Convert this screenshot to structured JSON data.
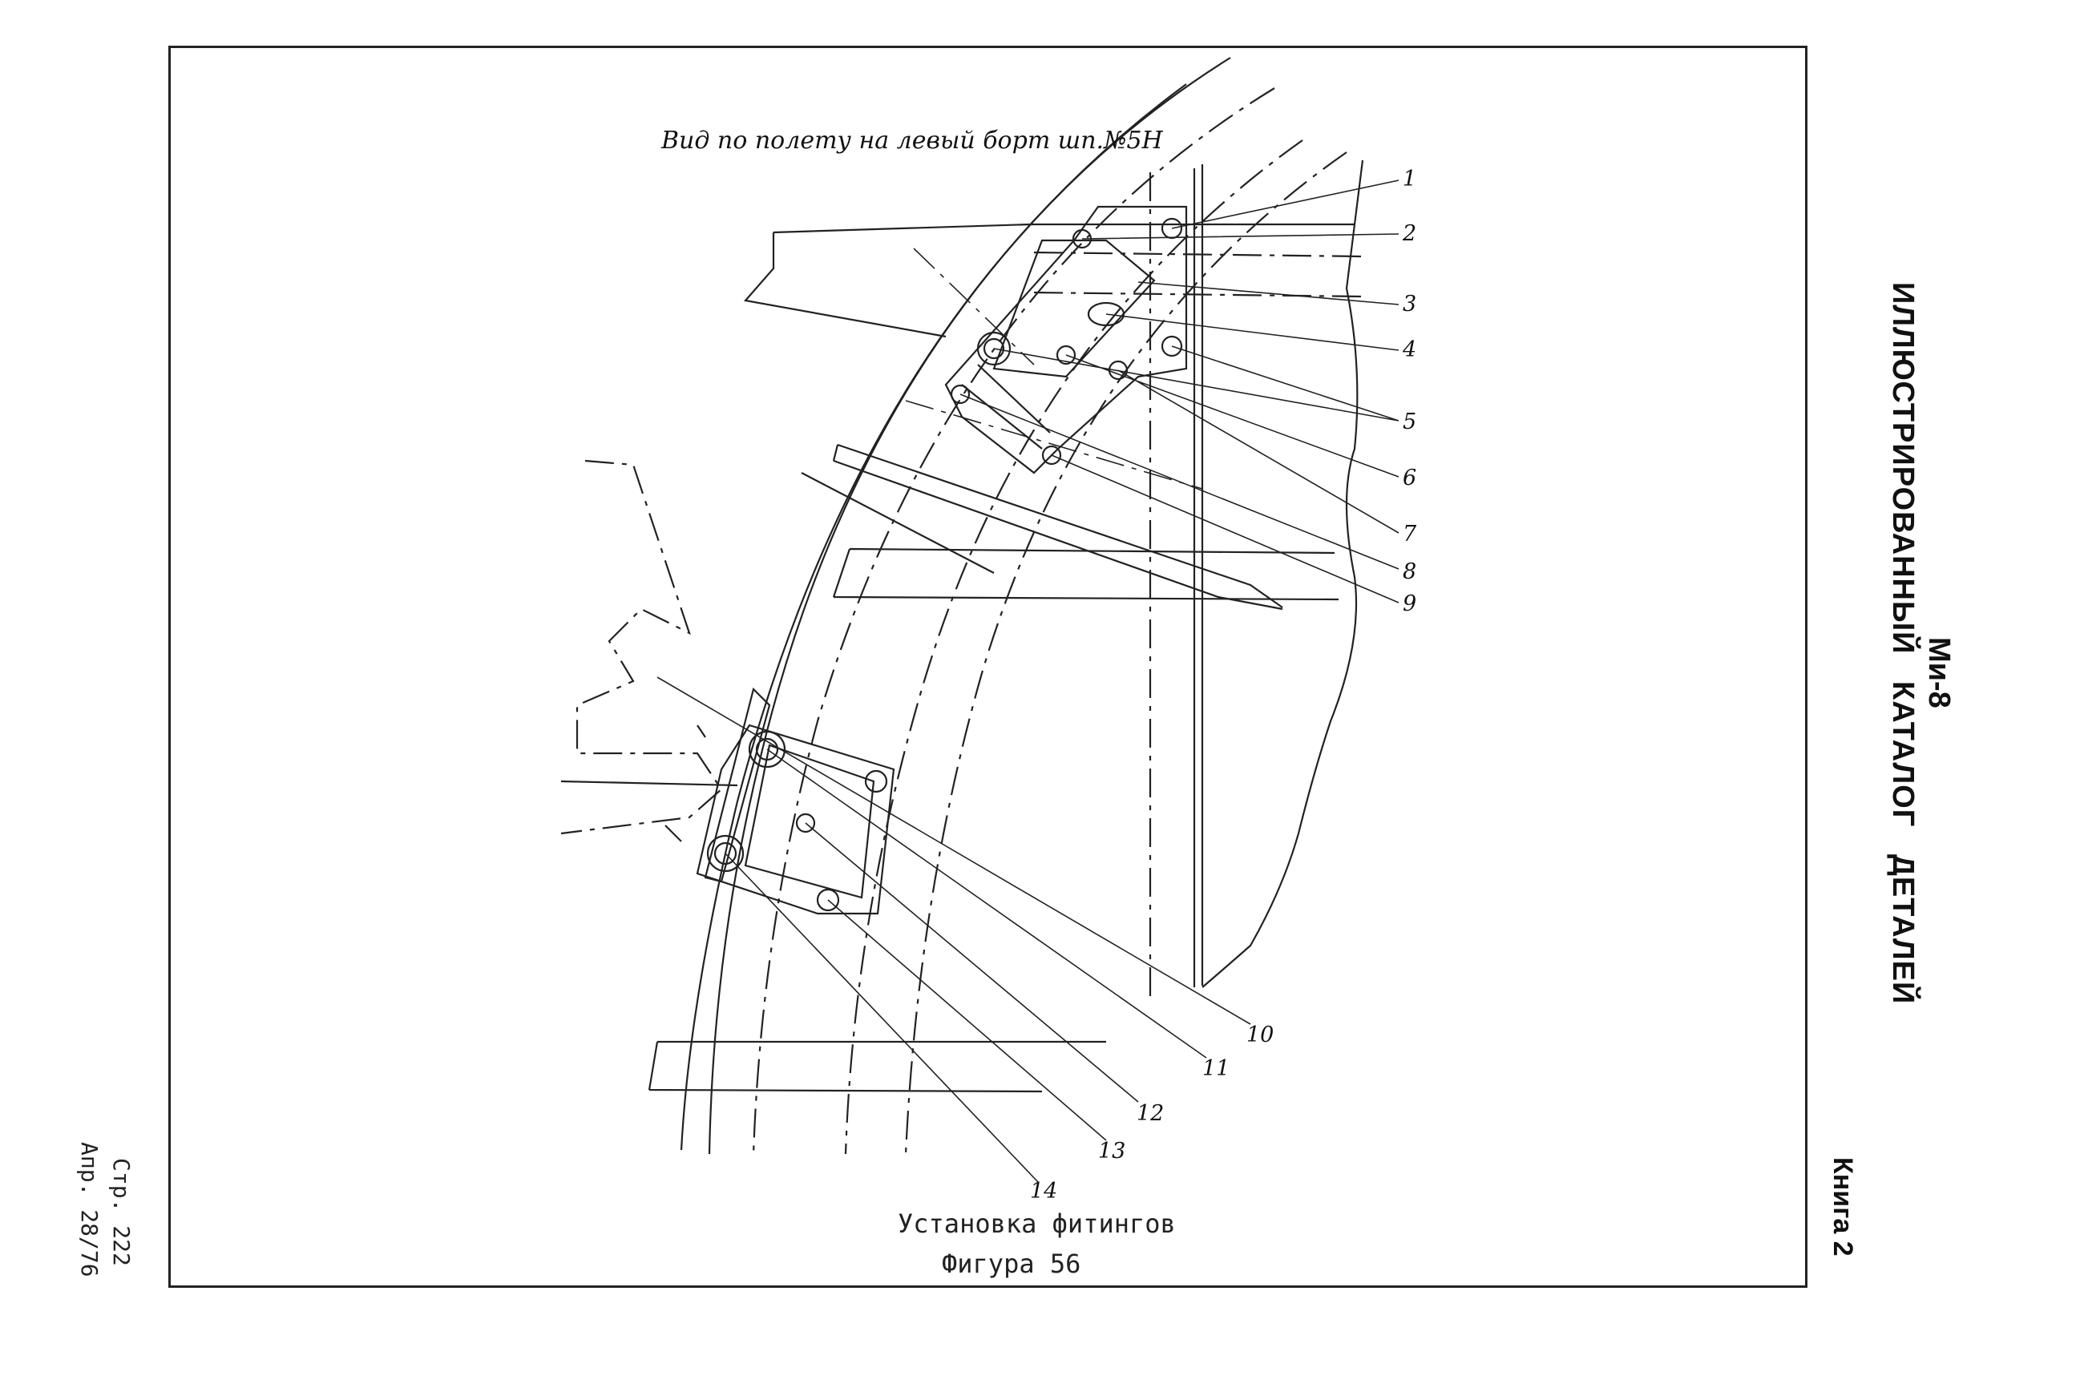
{
  "view_label": "Вид по полету на левый борт шп.№5Н",
  "callouts": [
    "1",
    "2",
    "3",
    "4",
    "5",
    "6",
    "7",
    "8",
    "9",
    "10",
    "11",
    "12",
    "13",
    "14"
  ],
  "caption": {
    "title": "Установка фитингов",
    "figure": "Фигура 56"
  },
  "header": {
    "model": "Ми-8",
    "catalog": "ИЛЛЮСТРИРОВАННЫЙ КАТАЛОГ ДЕТАЛЕЙ",
    "book": "Книга 2"
  },
  "footer": {
    "page": "Стр. 222",
    "revision": "Апр. 28/76"
  }
}
